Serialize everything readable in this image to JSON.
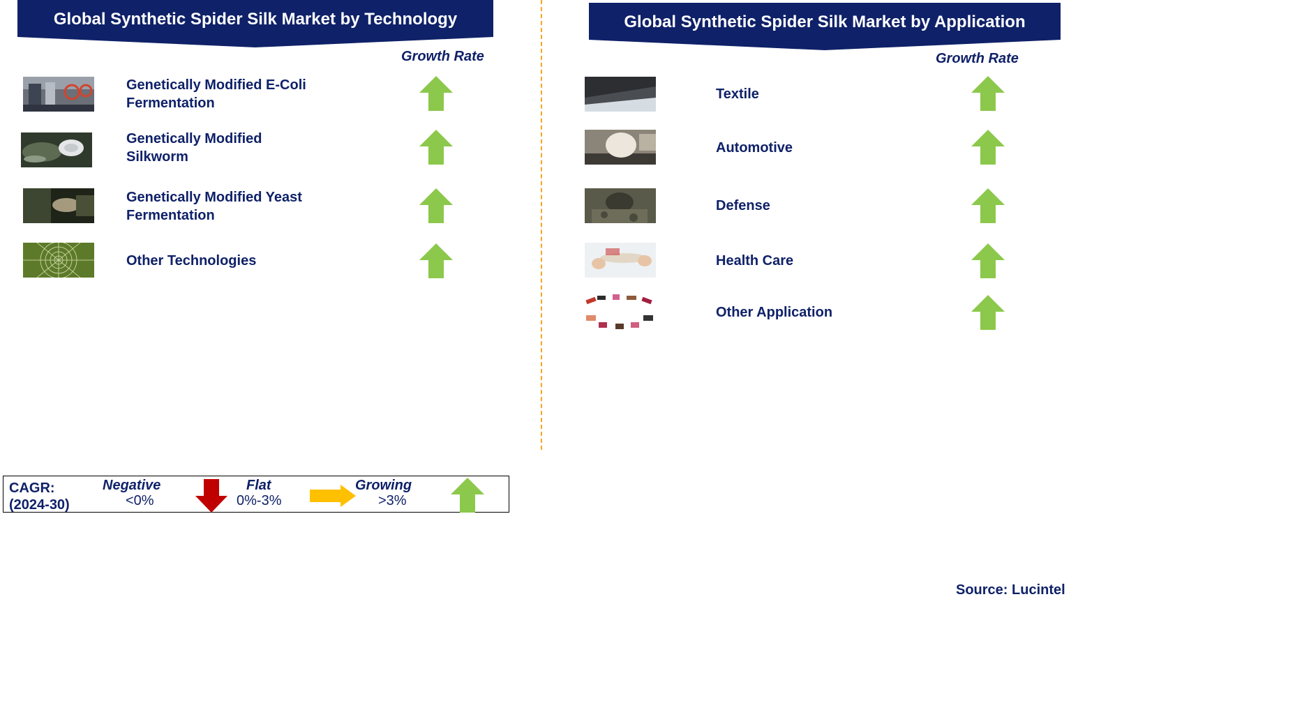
{
  "left_panel": {
    "title": "Global Synthetic Spider Silk Market by Technology",
    "growth_header": "Growth Rate",
    "items": [
      {
        "label_line1": "Genetically Modified E-Coli",
        "label_line2": "Fermentation",
        "thumb": "lab-equipment-photo",
        "trend": "growing"
      },
      {
        "label_line1": "Genetically Modified",
        "label_line2": "Silkworm",
        "thumb": "silkworm-photo",
        "trend": "growing"
      },
      {
        "label_line1": "Genetically Modified Yeast",
        "label_line2": "Fermentation",
        "thumb": "yeast-lab-photo",
        "trend": "growing"
      },
      {
        "label_line1": "Other Technologies",
        "label_line2": "",
        "thumb": "spider-web-photo",
        "trend": "growing"
      }
    ]
  },
  "right_panel": {
    "title": "Global Synthetic Spider Silk Market by Application",
    "growth_header": "Growth Rate",
    "items": [
      {
        "label": "Textile",
        "thumb": "fabric-photo",
        "trend": "growing"
      },
      {
        "label": "Automotive",
        "thumb": "airbag-photo",
        "trend": "growing"
      },
      {
        "label": "Defense",
        "thumb": "soldier-photo",
        "trend": "growing"
      },
      {
        "label": "Health Care",
        "thumb": "medical-photo",
        "trend": "growing"
      },
      {
        "label": "Other Application",
        "thumb": "cosmetics-photo",
        "trend": "growing"
      }
    ]
  },
  "legend": {
    "cagr_label": "CAGR:",
    "period": "(2024-30)",
    "negative_label": "Negative",
    "negative_range": "<0%",
    "flat_label": "Flat",
    "flat_range": "0%-3%",
    "growing_label": "Growing",
    "growing_range": ">3%"
  },
  "source": "Source: Lucintel",
  "colors": {
    "banner": "#0f2168",
    "text": "#0f2168",
    "growing_arrow": "#8cc84b",
    "flat_arrow": "#ffc000",
    "negative_arrow": "#c00000",
    "divider": "#f5a623"
  }
}
